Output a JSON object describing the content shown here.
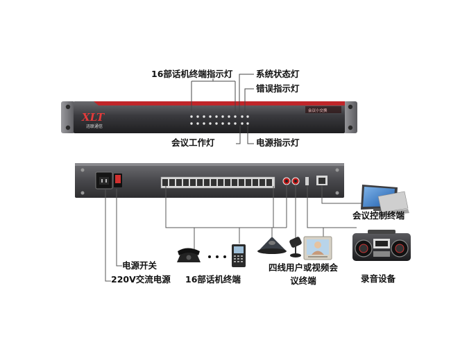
{
  "labels": {
    "phone_indicators": "16部话机终端指示灯",
    "system_status": "系统状态灯",
    "error_indicator": "错误指示灯",
    "conference_work": "会议工作灯",
    "power_indicator": "电源指示灯",
    "pc_terminal": "会议控制终端",
    "power_switch": "电源开关",
    "mains_power": "220V交流电源",
    "phone_terminals": "16部话机终端",
    "conference_terminal": "四线用户或视频会议终端",
    "recording": "录音设备"
  },
  "device": {
    "brand_logo": "XLT",
    "brand_sub": "迅联通信",
    "front_model_tag": "会议小交换"
  },
  "colors": {
    "panel_dark": "#2a2a2c",
    "accent_red": "#c0262a",
    "line": "#555555"
  }
}
